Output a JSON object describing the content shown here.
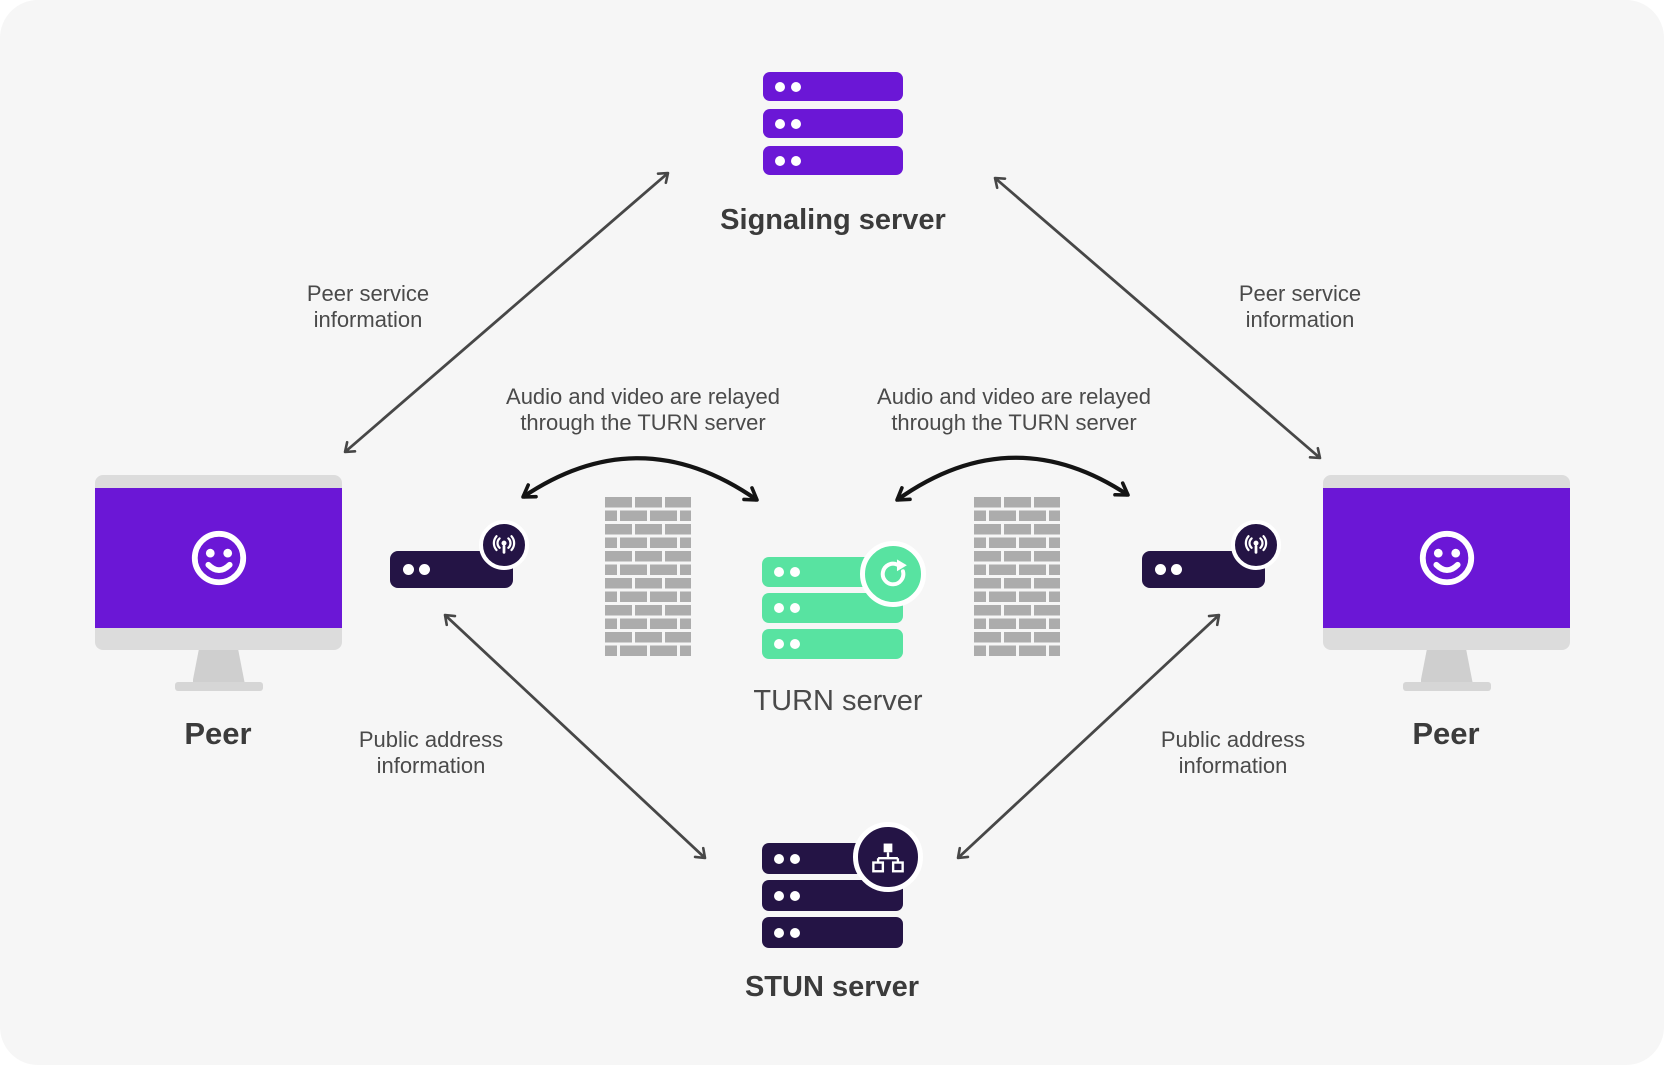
{
  "nodes": {
    "signaling_server": {
      "label": "Signaling server"
    },
    "peer_left": {
      "label": "Peer"
    },
    "peer_right": {
      "label": "Peer"
    },
    "turn_server": {
      "label": "TURN server"
    },
    "stun_server": {
      "label": "STUN server"
    }
  },
  "annotations": {
    "peer_service_left": {
      "line1": "Peer service",
      "line2": "information"
    },
    "peer_service_right": {
      "line1": "Peer service",
      "line2": "information"
    },
    "relay_left": {
      "line1": "Audio and video are relayed",
      "line2": "through the TURN server"
    },
    "relay_right": {
      "line1": "Audio and video are relayed",
      "line2": "through the TURN server"
    },
    "public_address_left": {
      "line1": "Public address",
      "line2": "information"
    },
    "public_address_right": {
      "line1": "Public address",
      "line2": "information"
    }
  },
  "icons": {
    "signaling_server": "server-stack-icon",
    "turn_server": "server-stack-refresh-icon",
    "stun_server": "server-stack-network-icon",
    "peer": "monitor-smiley-icon",
    "router": "router-broadcast-icon",
    "firewall": "brick-wall-icon"
  },
  "colors": {
    "purple": "#6b17d6",
    "green": "#58e3a1",
    "navy": "#241445",
    "background": "#f6f6f6",
    "brick": "#acacac",
    "arrow": "#474747",
    "arc": "#141414",
    "label_dark": "#3b3b3b",
    "label_gray": "#4a4a4a"
  }
}
